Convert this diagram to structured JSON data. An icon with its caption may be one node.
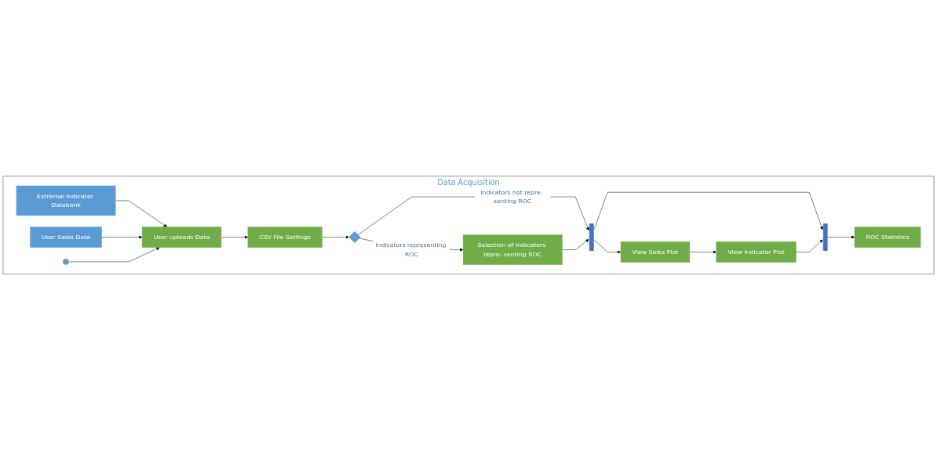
{
  "diagram": {
    "nodes": [
      {
        "text": [
          "Data Acquisition"
        ]
      },
      {
        "text": [
          "Extrernal Indicator Databank"
        ],
        "in": 0
      },
      {
        "text": [
          "User Sales Data"
        ],
        "in": 0
      },
      {
        "text": [],
        "shape": "circle",
        "in": 0
      },
      {
        "text": [
          "User uploads Data"
        ],
        "in": 0
      },
      {
        "text": [
          "CSV File Settings"
        ],
        "in": 0
      },
      {
        "text": [],
        "shape": "diamond",
        "in": 0
      },
      {
        "text": [
          "Selection of Indicators repre- senting ROC"
        ],
        "in": 0
      },
      {
        "text": [],
        "shape": "bar",
        "in": 0
      },
      {
        "text": [
          "View Sales Plot"
        ],
        "in": 0
      },
      {
        "text": [
          "View Indicator Plot"
        ],
        "in": 0
      },
      {
        "text": [],
        "shape": "bar",
        "in": 0
      },
      {
        "text": [
          "ROC Statistics"
        ],
        "in": 0
      }
    ],
    "edges": [
      {
        "from": 1,
        "to": 4,
        "arrow": "to"
      },
      {
        "from": 2,
        "to": 4,
        "arrow": "to"
      },
      {
        "from": 3,
        "to": 4,
        "arrow": "to"
      },
      {
        "from": 4,
        "to": 5,
        "arrow": "to"
      },
      {
        "from": 5,
        "to": 6,
        "arrow": "to"
      },
      {
        "from": 6,
        "to": 7,
        "arrow": "to",
        "label": "Indicators representing ROC"
      },
      {
        "from": 6,
        "to": 8,
        "arrow": "to",
        "label": "Indicators not repre- senting ROC"
      },
      {
        "from": 7,
        "to": 8,
        "arrow": "to"
      },
      {
        "from": 8,
        "to": 9,
        "arrow": "to"
      },
      {
        "from": 8,
        "to": 11,
        "arrow": "to"
      },
      {
        "from": 9,
        "to": 10,
        "arrow": "to"
      },
      {
        "from": 10,
        "to": 11,
        "arrow": "to"
      },
      {
        "from": 11,
        "to": 12,
        "arrow": "to"
      }
    ]
  }
}
